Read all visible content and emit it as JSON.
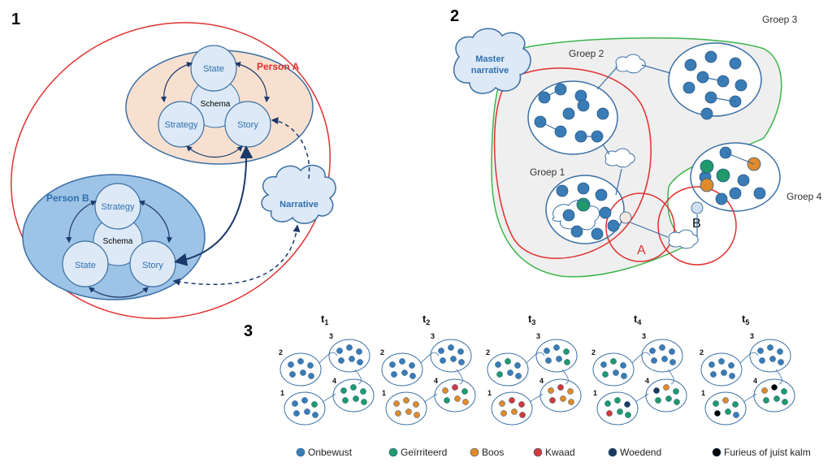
{
  "panels": {
    "p1": {
      "number": "1",
      "person_a": "Person A",
      "person_b": "Person B",
      "state": "State",
      "strategy": "Strategy",
      "story": "Story",
      "schema": "Schema",
      "narrative": "Narrative"
    },
    "p2": {
      "number": "2",
      "master_narrative_line1": "Master",
      "master_narrative_line2": "narrative",
      "groep1": "Groep 1",
      "groep2": "Groep 2",
      "groep3": "Groep 3",
      "groep4": "Groep 4",
      "label_a": "A",
      "label_b": "B"
    },
    "p3": {
      "number": "3",
      "times": [
        {
          "t": "t",
          "sub": "1"
        },
        {
          "t": "t",
          "sub": "2"
        },
        {
          "t": "t",
          "sub": "3"
        },
        {
          "t": "t",
          "sub": "4"
        },
        {
          "t": "t",
          "sub": "5"
        }
      ],
      "cluster_numbers": [
        "1",
        "2",
        "3",
        "4"
      ]
    }
  },
  "legend": [
    {
      "label": "Onbewust",
      "color": "#3a7cb5"
    },
    {
      "label": "Geïrriteerd",
      "color": "#1f9a6a"
    },
    {
      "label": "Boos",
      "color": "#e08a2a"
    },
    {
      "label": "Kwaad",
      "color": "#d03a3a"
    },
    {
      "label": "Woedend",
      "color": "#1b3a5c"
    },
    {
      "label": "Furieus of juist kalm",
      "color": "#000000"
    }
  ],
  "colors": {
    "blue_node": "#3a7cb5",
    "red_outline": "#e03030",
    "green_outline": "#3cb44b",
    "person_a_fill": "#f8e0d0",
    "person_b_fill": "#9dc3e6"
  }
}
